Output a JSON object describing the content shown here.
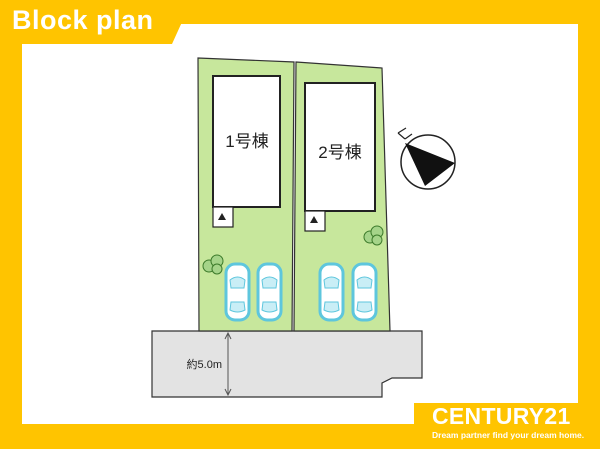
{
  "title": "Block plan",
  "buildings": [
    {
      "label": "1号棟"
    },
    {
      "label": "2号棟"
    }
  ],
  "road": {
    "width_label": "約5.0m"
  },
  "compass": {
    "icon": "north-arrow-icon"
  },
  "brand": {
    "name": "CENTURY21",
    "tagline": "Dream partner find your dream home."
  },
  "colors": {
    "frame": "#ffc400",
    "lot": "#c7e79c",
    "road": "#e3e3e3",
    "parking": "#5ec6dd"
  }
}
